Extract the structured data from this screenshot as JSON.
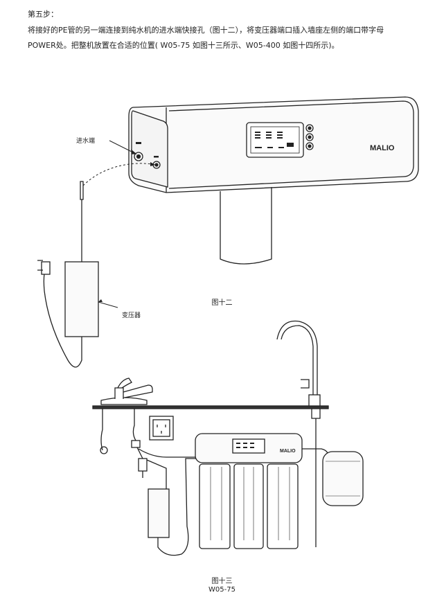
{
  "text": {
    "step_title": "第五步：",
    "line1": "将接好的PE管的另一端连接到纯水机的进水端快接孔（图十二），将变压器端口插入墙座左侧的端口带字母",
    "line2": "POWER处。把整机放置在合适的位置( W05-75  如图十三所示、W05-400 如图十四所示)。"
  },
  "figure12": {
    "brand": "MALIO",
    "inlet_label": "进水端",
    "adapter_label": "变压器",
    "caption": "图十二"
  },
  "figure13": {
    "brand": "MALIO",
    "caption": "图十三",
    "model": "W05-75"
  }
}
